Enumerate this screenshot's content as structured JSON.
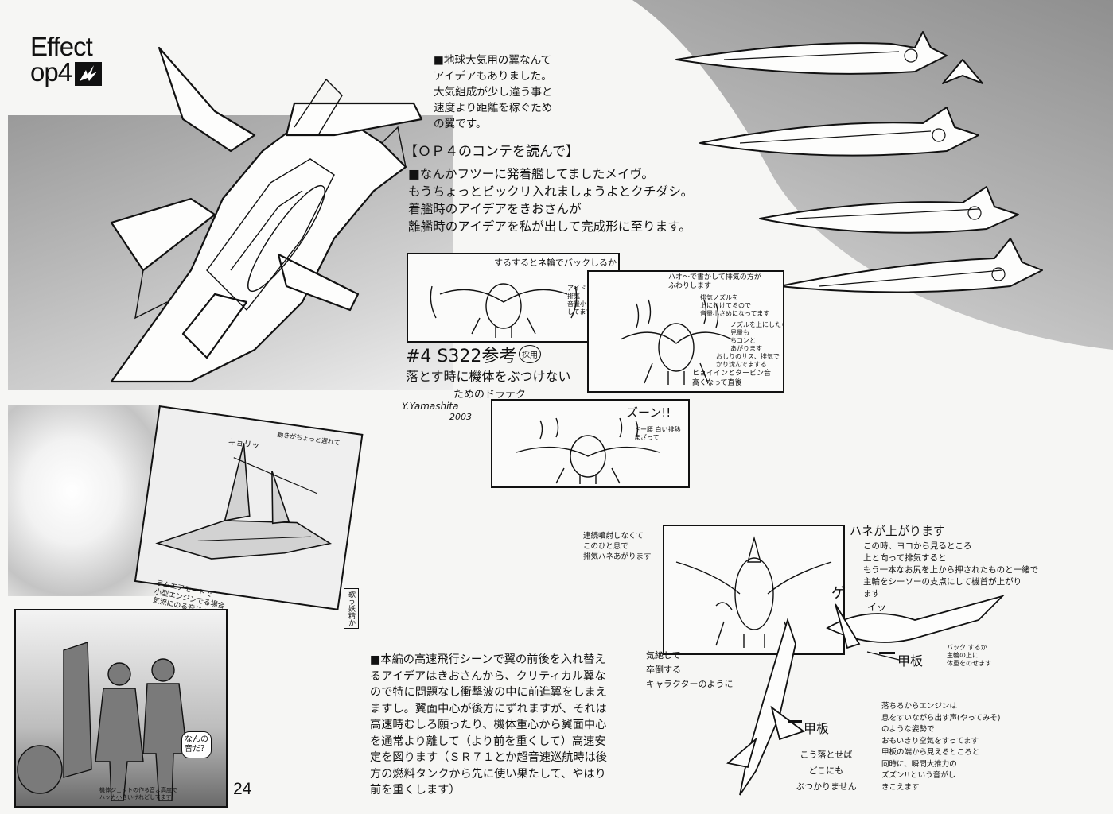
{
  "title": {
    "line1": "Effect",
    "line2": "op4"
  },
  "notes": {
    "wing": "■地球大気用の翼なんて\nアイデアもありました。\n大気組成が少し違う事と\n速度より距離を稼ぐため\nの翼です。",
    "conte_heading": "【ＯＰ４のコンテを読んで】",
    "conte_body": "■なんかフツーに発着艦してましたメイヴ。\nもうちょっとビックリ入れましょうよとクチダシ。\n着艦時のアイデアをきおさんが\n離艦時のアイデアを私が出して完成形に至ります。",
    "bottom": "■本編の高速飛行シーンで翼の前後を入れ替え\nるアイデアはきおさんから、クリティカル翼な\nので特に問題なし衝撃波の中に前進翼をしまえ\nますし。翼面中心が後方にずれますが、それは\n高速時むしろ願ったり、機体重心から翼面中心\nを通常より離して（より前を重くして）高速安\n定を図ります（ＳＲ７１とか超音速巡航時は後\n方の燃料タンクから先に使い果たして、やはり\n前を重くします）"
  },
  "page_number": "24",
  "handwriting": {
    "panel1_top": "するするとネ輪でバックしるから",
    "panel1_side": "アイドリング中\n排気\n音量小\nしてます",
    "panel2_top": "ハオ〜で書かして排気の方が\nふわりします",
    "panel2_side": "排気ノズルを\n上にむけてるので\n音量小さめになってます",
    "panel2_side2": "ノズルを上にしたら\n見量も\nちコンと\nあがります",
    "panel2_side3": "おしりのサス、排気で\nかり沈んでまする",
    "panel2_bottom": "ヒョイインとタービン音\n高くなって直後",
    "ref_line1": "#4 S322参考",
    "ref_stamp": "採用",
    "ref_line2": "落とす時に機体をぶつけない",
    "ref_line3": "ためのドラテク",
    "signature": "Y.Yamashita",
    "signature_year": "2003",
    "panel3_sfx": "ズーン!!",
    "panel3_side": "ドー腰 白い排熱\nまざって",
    "sketch_left_note": "ラムエアモードで\n小型エンジンでる場合\n気流にのる音じゃ",
    "sketch_left_note2": "歌う妖精か",
    "sketch_left_note3": "動きがちょっと遅れて",
    "sketch_tl_note": "キョリッ",
    "bw_bubble": "なんの\n音だ？",
    "bw_bottom": "機体ジェットの作る音よ高度で\nハッカ小さいけれどしてます",
    "panel4_left": "連続噴射しなくて\nこのひと息で\n排気ハネあがります",
    "panel4_top": "ハネが上がります",
    "panel4_right": "この時、ヨコから見るところ\n上と向って排気すると\nもう一本なお尻を上から押されたものと一緒で\n主輪をシーソーの支点にして機首が上がり\nます",
    "faint": "気絶して\n卒倒する\nキャラクターのように",
    "deck1": "甲板",
    "deck1_note": "バック するか\n主輪の上に\n体重をのせます",
    "deck2": "甲板",
    "deck2_note": "こう落とせば\nどこにも\nぶつかりません",
    "engine_note": "落ちるからエンジンは\n息をすいながら出す声(やってみそ)\nのような姿勢で\nおもいきり空気をすってます\n甲板の端から見えるところと\n同時に、瞬間大推力の\nズズン!!という音がし\nきこえます",
    "sfx_ga": "ゲ",
    "sfx_i": "イッ"
  }
}
